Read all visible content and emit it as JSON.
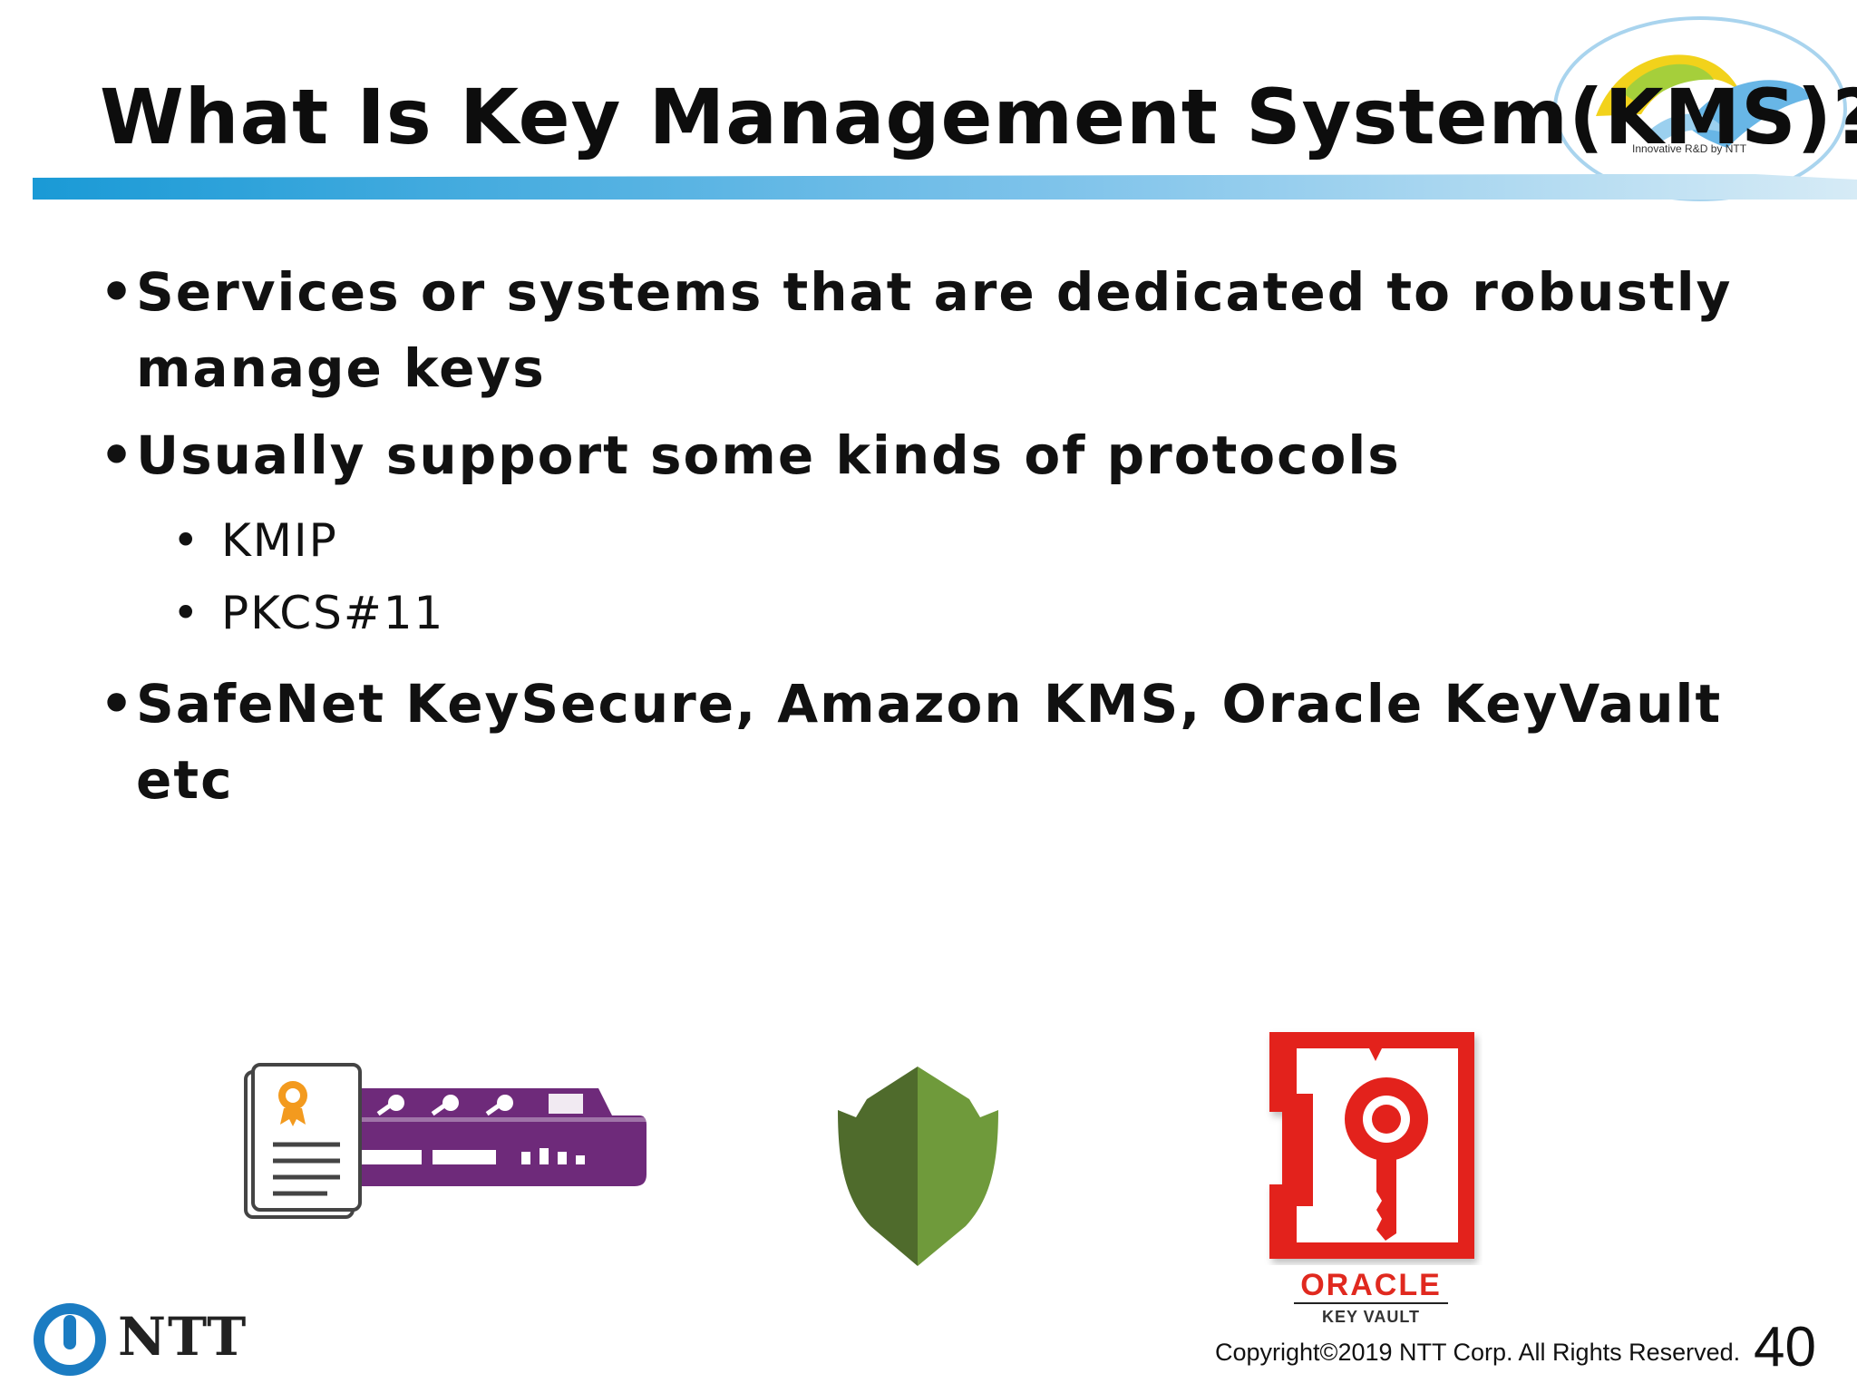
{
  "slide": {
    "title": "What Is Key Management System(KMS)?",
    "page_number": "40"
  },
  "header": {
    "logo_tagline": "Innovative R&D by NTT"
  },
  "bullets": [
    {
      "text": "Services or systems that are dedicated to robustly manage keys"
    },
    {
      "text": "Usually support some kinds of protocols",
      "sub": [
        "KMIP",
        "PKCS#11"
      ]
    },
    {
      "text": "SafeNet KeySecure, Amazon KMS, Oracle KeyVault etc"
    }
  ],
  "images": {
    "oracle_brand": "ORACLE",
    "oracle_product": "KEY VAULT"
  },
  "footer": {
    "company_logo_text": "NTT",
    "copyright": "Copyright©2019  NTT Corp. All Rights Reserved."
  },
  "colors": {
    "header_gradient_start": "#1a9ad6",
    "header_gradient_end": "#d6ebf6",
    "appliance_purple": "#6e2a7a",
    "shield_dark_green": "#4f6b2c",
    "shield_light_green": "#6f9a3b",
    "oracle_red": "#e0291f",
    "ntt_blue": "#1b7cc2"
  }
}
